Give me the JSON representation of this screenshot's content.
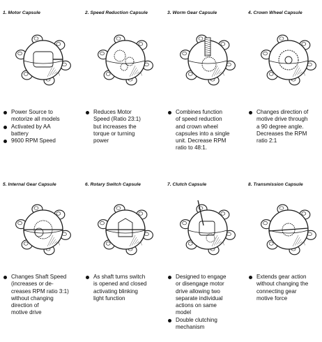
{
  "capsules": [
    {
      "title": "1. Motor Capsule",
      "bullets": [
        "Power Source to\nmotorize all models",
        "Activated by AA\nbattery",
        "9600 RPM Speed"
      ],
      "icon": "motor-capsule-icon"
    },
    {
      "title": "2. Speed Reduction Capsule",
      "bullets": [
        "Reduces Motor\nSpeed (Ratio 23:1)\nbut increases the\ntorque or turning\npower"
      ],
      "icon": "speed-reduction-capsule-icon"
    },
    {
      "title": "3. Worm Gear Capsule",
      "bullets": [
        "Combines function\nof speed reduction\nand crown wheel\ncapsules into a single\nunit. Decrease RPM\nratio to 48:1."
      ],
      "icon": "worm-gear-capsule-icon"
    },
    {
      "title": "4. Crown Wheel Capsule",
      "bullets": [
        "Changes direction of\nmotive drive through\na 90 degree angle.\nDecreases the RPM\nratio 2:1"
      ],
      "icon": "crown-wheel-capsule-icon"
    },
    {
      "title": "5. Internal Gear Capsule",
      "bullets": [
        "Changes Shaft Speed\n(increases or de-\ncreases RPM ratio 3:1)\nwithout changing\ndirection of\nmotive drive"
      ],
      "icon": "internal-gear-capsule-icon"
    },
    {
      "title": "6. Rotary Switch Capsule",
      "bullets": [
        "As shaft turns switch\nis opened and closed\nactivating blinking\nlight function"
      ],
      "icon": "rotary-switch-capsule-icon"
    },
    {
      "title": "7. Clutch Capsule",
      "bullets": [
        "Designed to engage\nor disengage motor\ndrive allowing two\nseparate individual\nactions on same\nmodel",
        "Double clutching\nmechanism"
      ],
      "icon": "clutch-capsule-icon"
    },
    {
      "title": "8. Transmission Capsule",
      "bullets": [
        "Extends gear action\nwithout changing the\nconnecting gear\nmotive force"
      ],
      "icon": "transmission-capsule-icon"
    }
  ]
}
